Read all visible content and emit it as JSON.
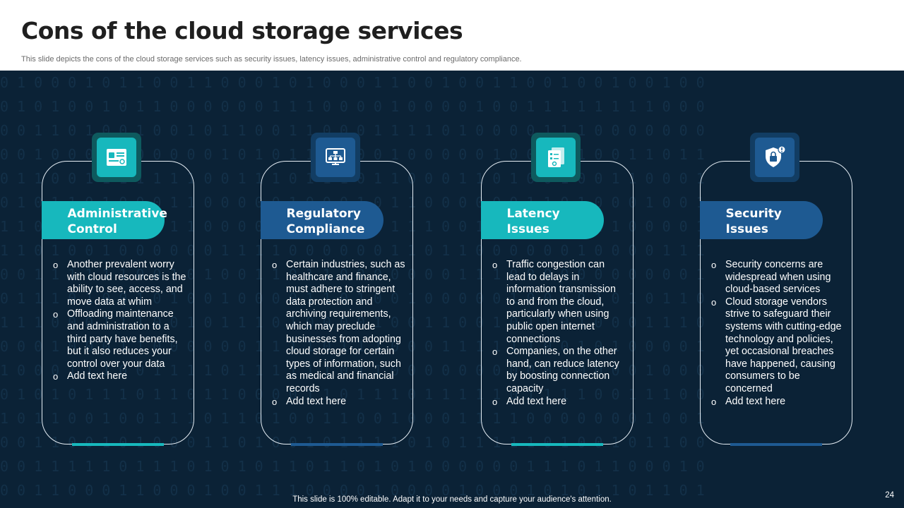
{
  "slide": {
    "title": "Cons of the cloud storage services",
    "subtitle": "This slide depicts the cons of the cloud storage services such as security issues, latency issues, administrative control and regulatory compliance.",
    "footer": "This slide is 100% editable. Adapt it to your needs and capture your audience's attention.",
    "page_number": "24"
  },
  "colors": {
    "background": "#0b2236",
    "teal": "#17b8bd",
    "blue": "#1e5a92",
    "card_border": "#e6eef5"
  },
  "cards": [
    {
      "title_line1": "Administrative",
      "title_line2": "Control",
      "icon": "admin-document-icon",
      "accent": "teal",
      "bullets": [
        "Another prevalent worry with cloud resources is the ability to see, access, and move data at whim",
        "Offloading maintenance and administration to a third party have benefits, but it also reduces your control over your data",
        "Add text here"
      ]
    },
    {
      "title_line1": "Regulatory",
      "title_line2": "Compliance",
      "icon": "network-monitor-icon",
      "accent": "blue",
      "bullets": [
        "Certain industries, such as healthcare and finance, must adhere to stringent data protection and archiving requirements, which may preclude businesses from adopting cloud storage for certain types of information, such as medical and financial records",
        "Add text here"
      ]
    },
    {
      "title_line1": "Latency",
      "title_line2": "Issues",
      "icon": "documents-gear-icon",
      "accent": "teal",
      "bullets": [
        "Traffic congestion can lead to delays in information transmission to and from the cloud, particularly when using public open internet connections",
        "Companies, on the other hand, can reduce latency by boosting connection capacity",
        "Add text here"
      ]
    },
    {
      "title_line1": "Security",
      "title_line2": "Issues",
      "icon": "shield-lock-icon",
      "accent": "blue",
      "bullets": [
        "Security concerns are widespread when using cloud-based services",
        "Cloud storage vendors strive to safeguard their systems with cutting-edge technology and policies, yet occasional breaches have happened, causing consumers to be concerned",
        "Add text here"
      ]
    }
  ]
}
